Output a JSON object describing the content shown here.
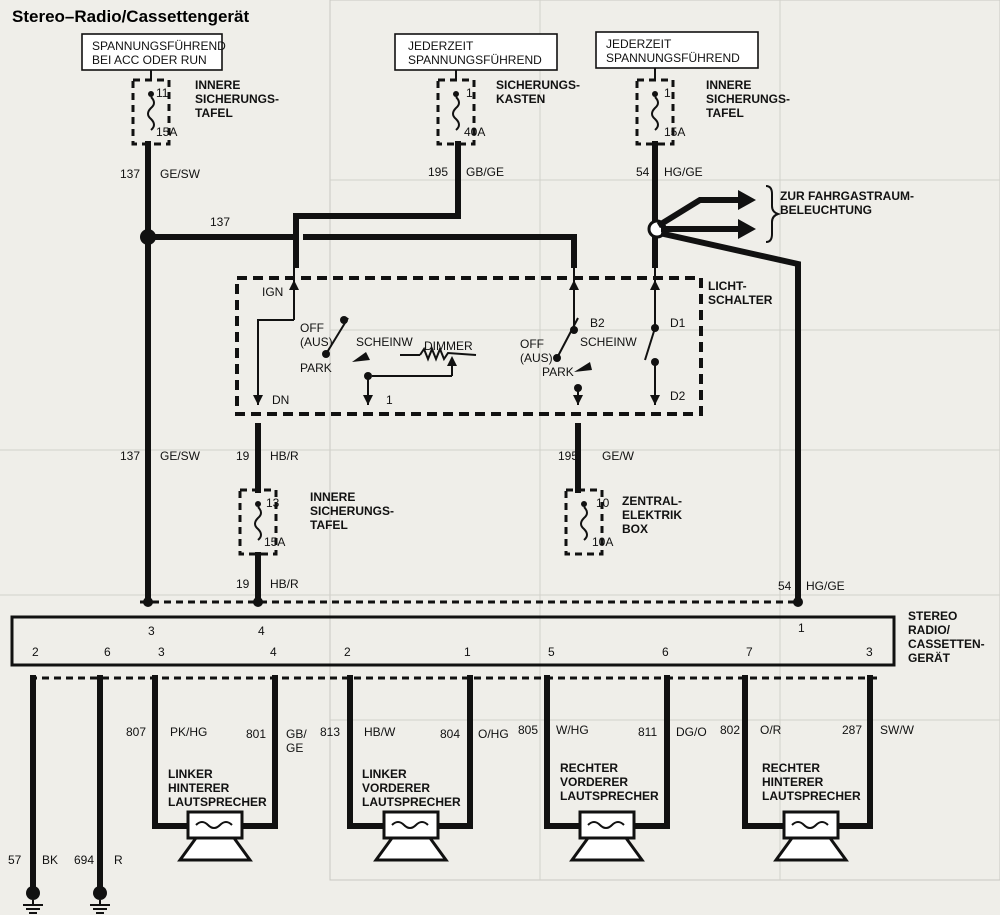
{
  "title": "Stereo–Radio/Cassettengerät",
  "sources": [
    {
      "line1": "SPANNUNGSFÜHREND",
      "line2": "BEI ACC ODER RUN"
    },
    {
      "line1": "JEDERZEIT",
      "line2": "SPANNUNGSFÜHREND"
    },
    {
      "line1": "JEDERZEIT",
      "line2": "SPANNUNGSFÜHREND"
    }
  ],
  "fuses": [
    {
      "num": "11",
      "rating": "15A",
      "label1": "INNERE",
      "label2": "SICHERUNGS-",
      "label3": "TAFEL"
    },
    {
      "num": "1",
      "rating": "40A",
      "label1": "SICHERUNGS-",
      "label2": "KASTEN",
      "label3": ""
    },
    {
      "num": "1",
      "rating": "15A",
      "label1": "INNERE",
      "label2": "SICHERUNGS-",
      "label3": "TAFEL"
    },
    {
      "num": "13",
      "rating": "15A",
      "label1": "INNERE",
      "label2": "SICHERUNGS-",
      "label3": "TAFEL"
    },
    {
      "num": "10",
      "rating": "10A",
      "label1": "ZENTRAL-",
      "label2": "ELEKTRIK",
      "label3": "BOX"
    }
  ],
  "wires": {
    "w137a": "137",
    "w137a_color": "GE/SW",
    "w137b": "137",
    "w195a": "195",
    "w195a_color": "GB/GE",
    "w54a": "54",
    "w54a_color": "HG/GE",
    "w137c": "137",
    "w137c_color": "GE/SW",
    "w19a": "19",
    "w19a_color": "HB/R",
    "w195b": "195",
    "w195b_color": "GE/W",
    "w19b": "19",
    "w19b_color": "HB/R",
    "w54b": "54",
    "w54b_color": "HG/GE"
  },
  "interior_light": "ZUR FAHRGASTRAUM-",
  "interior_light2": "BELEUCHTUNG",
  "switch": {
    "label1": "LICHT-",
    "label2": "SCHALTER",
    "ign": "IGN",
    "b2": "B2",
    "d1": "D1",
    "d2": "D2",
    "dn": "DN",
    "one": "1",
    "off1": "OFF",
    "aus1": "(AUS)",
    "park1": "PARK",
    "scheinw1": "SCHEINW",
    "dimmer": "DIMMER",
    "off2": "OFF",
    "aus2": "(AUS)",
    "park2": "PARK",
    "scheinw2": "SCHEINW"
  },
  "radio": {
    "label1": "STEREO",
    "label2": "RADIO/",
    "label3": "CASSETTEN-",
    "label4": "GERÄT",
    "top_pins": [
      "3",
      "4",
      "1"
    ],
    "bottom_pins": [
      "2",
      "6",
      "3",
      "4",
      "2",
      "1",
      "5",
      "6",
      "7",
      "3"
    ]
  },
  "speaker_wires": [
    {
      "num": "807",
      "color": "PK/HG"
    },
    {
      "num": "801",
      "color": "GB/",
      "color2": "GE"
    },
    {
      "num": "813",
      "color": "HB/W"
    },
    {
      "num": "804",
      "color": "O/HG"
    },
    {
      "num": "805",
      "color": "W/HG"
    },
    {
      "num": "811",
      "color": "DG/O"
    },
    {
      "num": "802",
      "color": "O/R"
    },
    {
      "num": "287",
      "color": "SW/W"
    }
  ],
  "speakers": [
    {
      "l1": "LINKER",
      "l2": "HINTERER",
      "l3": "LAUTSPRECHER"
    },
    {
      "l1": "LINKER",
      "l2": "VORDERER",
      "l3": "LAUTSPRECHER"
    },
    {
      "l1": "RECHTER",
      "l2": "VORDERER",
      "l3": "LAUTSPRECHER"
    },
    {
      "l1": "RECHTER",
      "l2": "HINTERER",
      "l3": "LAUTSPRECHER"
    }
  ],
  "grounds": [
    {
      "num": "57",
      "color": "BK"
    },
    {
      "num": "694",
      "color": "R"
    }
  ]
}
